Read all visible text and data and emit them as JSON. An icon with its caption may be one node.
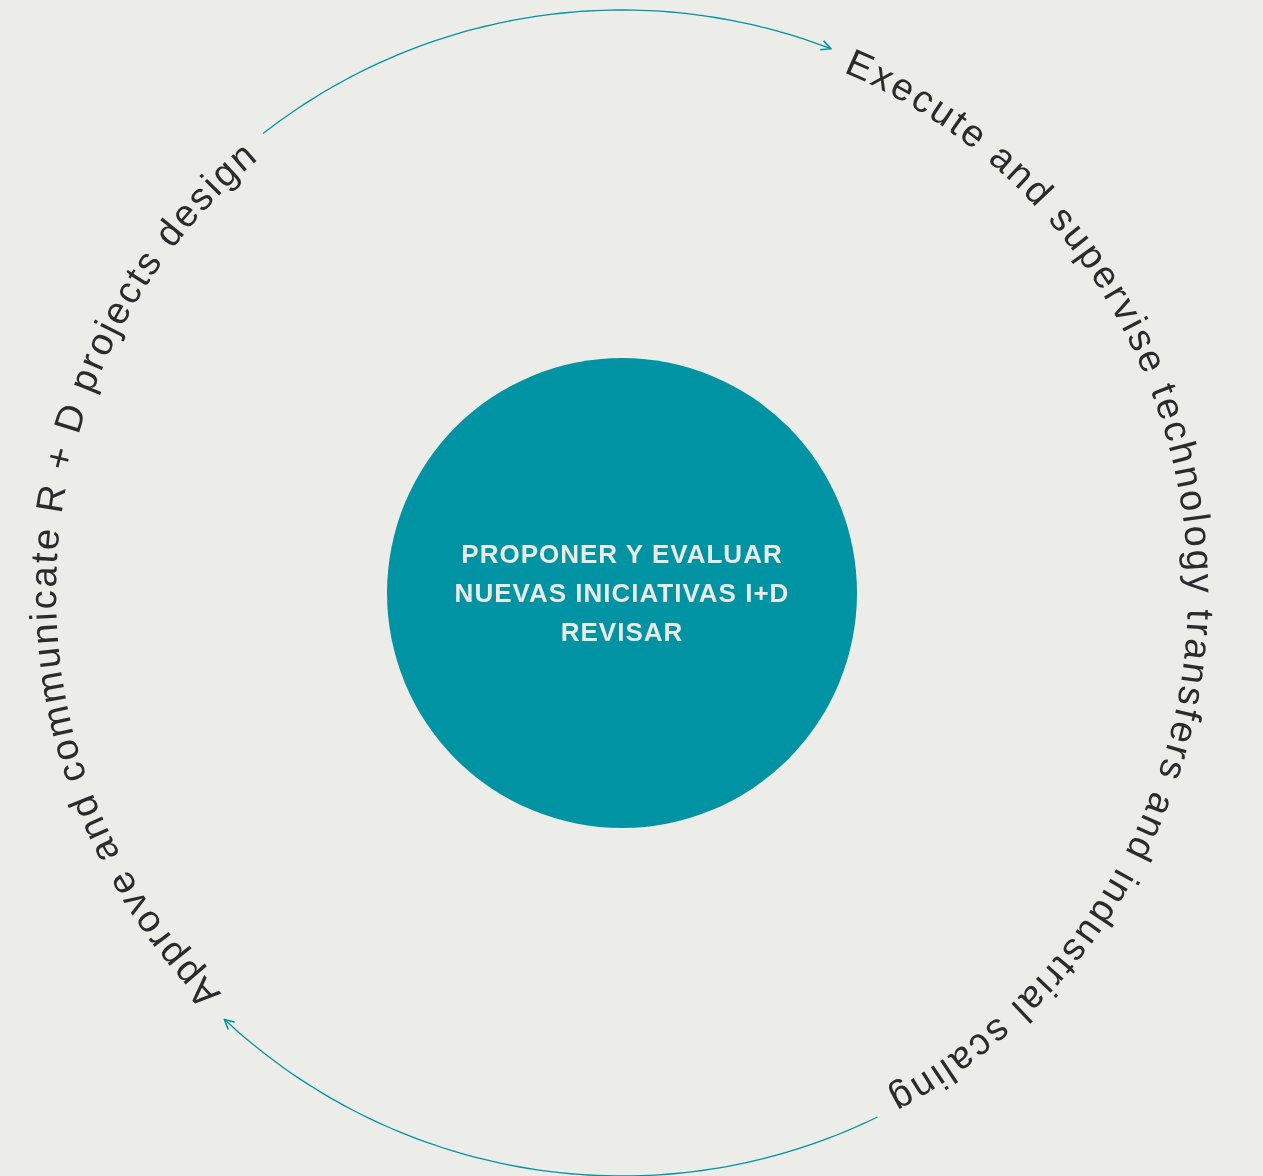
{
  "diagram": {
    "nodes": [
      {
        "text": [
          "PROPONER Y EVALUAR NUEVAS INICIATIVAS I+D",
          "REVISAR"
        ]
      },
      {
        "text": [
          "Approve and communicate R + D projects design"
        ]
      },
      {
        "text": [
          "Execute and supervise technology transfers and industrial scaling"
        ]
      }
    ],
    "edges": [
      {
        "from": 1,
        "to": 2,
        "arrow": "to"
      },
      {
        "from": 2,
        "to": 1,
        "arrow": "to"
      }
    ]
  }
}
